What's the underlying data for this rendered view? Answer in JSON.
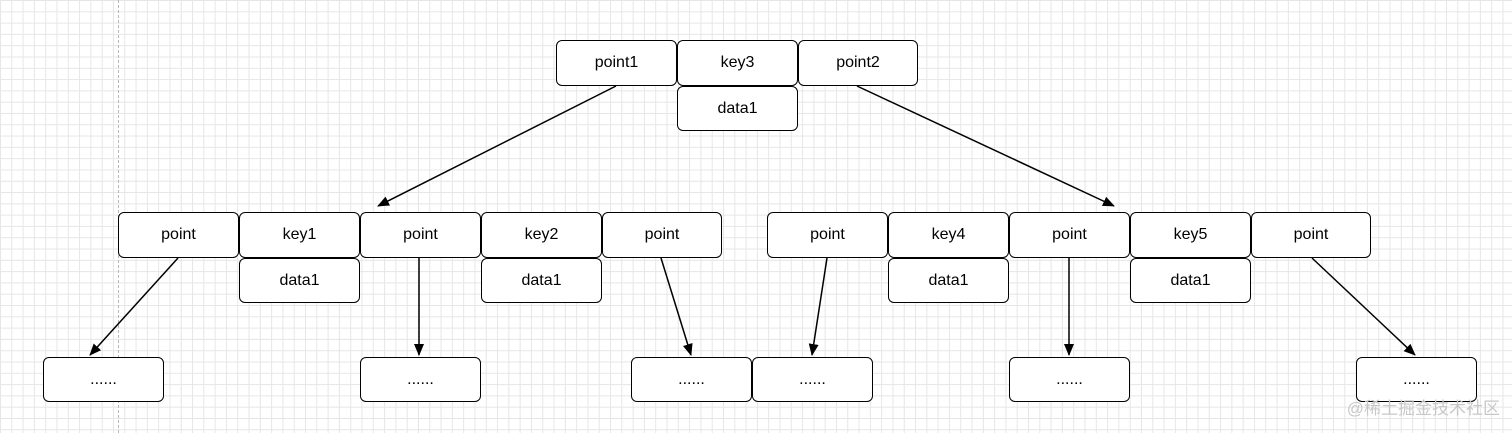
{
  "diagram": {
    "root": {
      "left_pointer": "point1",
      "key": "key3",
      "data": "data1",
      "right_pointer": "point2"
    },
    "left_node": {
      "pointers": [
        "point",
        "point",
        "point"
      ],
      "keys": [
        "key1",
        "key2"
      ],
      "data": [
        "data1",
        "data1"
      ]
    },
    "right_node": {
      "pointers": [
        "point",
        "point",
        "point"
      ],
      "keys": [
        "key4",
        "key5"
      ],
      "data": [
        "data1",
        "data1"
      ]
    },
    "leaves": [
      "......",
      "......",
      "......",
      "......",
      "......",
      "......"
    ]
  },
  "colors": {
    "stroke": "#000000",
    "grid": "#e6e6e6",
    "watermark": "#c8c8c8"
  },
  "watermark": "@稀土掘金技术社区"
}
